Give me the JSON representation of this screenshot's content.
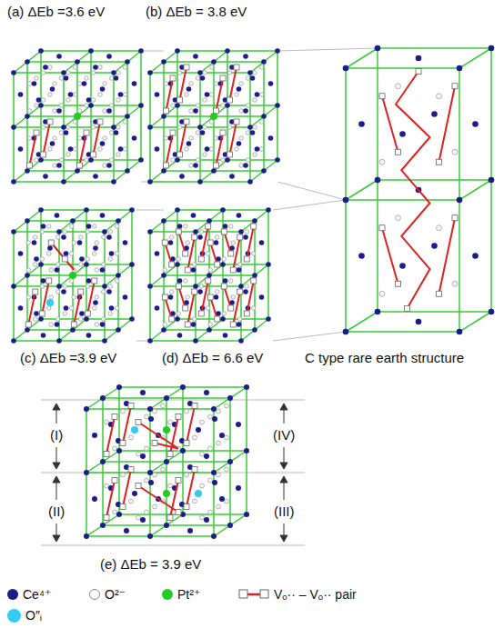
{
  "diagram": {
    "labels": [
      "(a) ΔEb =3.6 eV",
      "(b) ΔEb = 3.8 eV",
      "(c) ΔEb =3.9 eV",
      "(d) ΔEb = 6.6  eV",
      "C type rare earth structure",
      "(I)",
      "(IV)",
      "(II)",
      "(III)",
      "(e) ΔEb = 3.9  eV"
    ],
    "legend": [
      {
        "text": "Ce⁴⁺",
        "color": "#1c1c8a"
      },
      {
        "text": "O²⁻",
        "color": "#ffffff"
      },
      {
        "text": "Pt²⁺",
        "color": "#22cc22"
      },
      {
        "text": "Vₒ·· – Vₒ·· pair"
      },
      {
        "text": "O″ᵢ",
        "color": "#33ccee"
      }
    ]
  }
}
